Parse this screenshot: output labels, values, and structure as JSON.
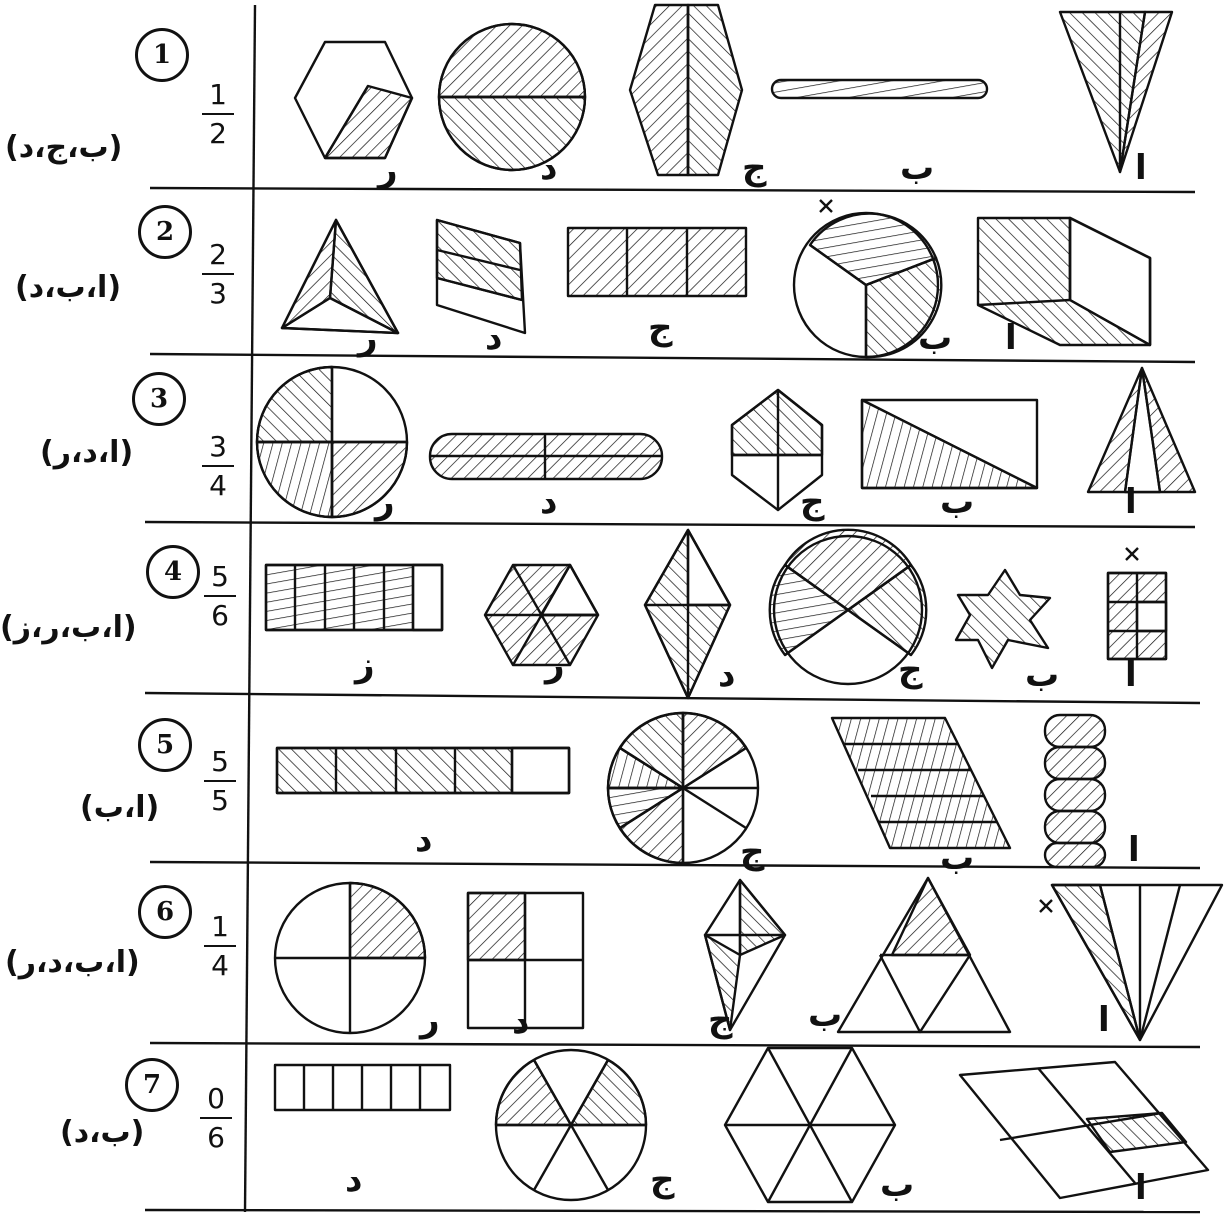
{
  "rows": [
    {
      "num": "1",
      "answer": "(ب،ج،د)",
      "frac_num": "1",
      "frac_den": "2"
    },
    {
      "num": "2",
      "answer": "(ا،ب،د)",
      "frac_num": "2",
      "frac_den": "3"
    },
    {
      "num": "3",
      "answer": "(ا،د،ر)",
      "frac_num": "3",
      "frac_den": "4"
    },
    {
      "num": "4",
      "answer": "(ا،ب،ر،ز)",
      "frac_num": "5",
      "frac_den": "6"
    },
    {
      "num": "5",
      "answer": "(ا،ب)",
      "frac_num": "5",
      "frac_den": "5"
    },
    {
      "num": "6",
      "answer": "(ا،ب،د،ر)",
      "frac_num": "1",
      "frac_den": "4"
    },
    {
      "num": "7",
      "answer": "(ب،د)",
      "frac_num": "0",
      "frac_den": "6"
    }
  ],
  "labels": {
    "a": "ا",
    "b": "ب",
    "j": "ج",
    "d": "د",
    "r": "ر",
    "z": "ز"
  }
}
